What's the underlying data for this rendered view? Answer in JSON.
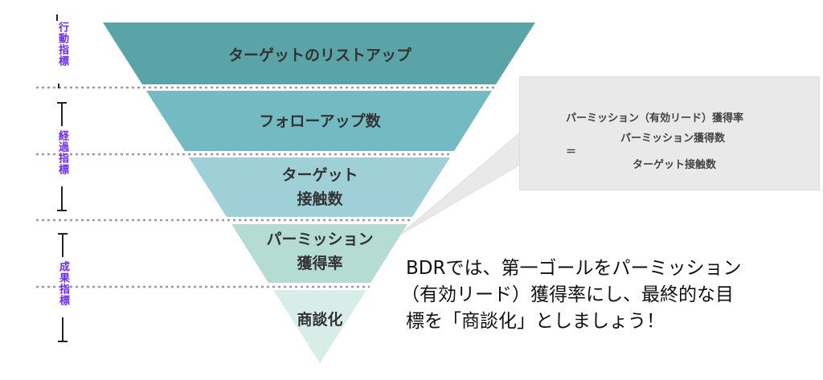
{
  "funnel": [
    {
      "label": "ターゲットのリストアップ",
      "color": "#5aa3a6"
    },
    {
      "label": "フォローアップ数",
      "color": "#74bac2"
    },
    {
      "label": "ターゲット\n接触数",
      "line1": "ターゲット",
      "line2": "接触数",
      "color": "#9fcfd7"
    },
    {
      "label": "パーミッション\n獲得率",
      "line1": "パーミッション",
      "line2": "獲得率",
      "color": "#b5dcd2"
    },
    {
      "label": "商談化",
      "color": "#d9ede8"
    }
  ],
  "indicators": [
    "行動指標",
    "経過指標",
    "成果指標"
  ],
  "indicator_color": "#6a2cf0",
  "formula": {
    "title": "パーミッション（有効リード）獲得率",
    "equals": "＝",
    "numerator": "パーミッション獲得数",
    "denominator": "ターゲット接触数"
  },
  "message": [
    "BDRでは、第一ゴールをパーミッション",
    "（有効リード）獲得率にし、最終的な目",
    "標を「商談化」としましょう！"
  ]
}
